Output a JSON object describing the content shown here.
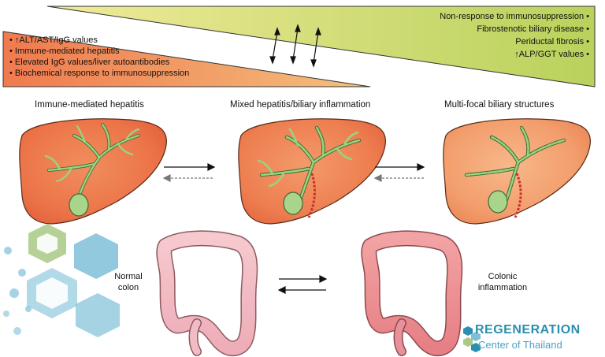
{
  "left_panel": {
    "items": [
      "↑ALT/AST/IgG values",
      "Immune-mediated hepatitis",
      "Elevated IgG values/liver autoantibodies",
      "Biochemical response to immunosuppression"
    ],
    "color": "#f08a5d"
  },
  "right_panel": {
    "items": [
      "Non-response to immunosuppression",
      "Fibrostenotic biliary disease",
      "Periductal fibrosis",
      "↑ALP/GGT values"
    ],
    "color": "#c8d96a"
  },
  "stages": [
    {
      "label": "Immune-mediated hepatitis"
    },
    {
      "label": "Mixed hepatitis/biliary inflammation"
    },
    {
      "label": "Multi-focal biliary structures"
    }
  ],
  "colon": {
    "normal_label": "Normal colon",
    "inflamed_label": "Colonic inflammation"
  },
  "logo": {
    "name": "REGENERATION",
    "subtitle": "Center of Thailand",
    "color": "#2a8fb0"
  }
}
